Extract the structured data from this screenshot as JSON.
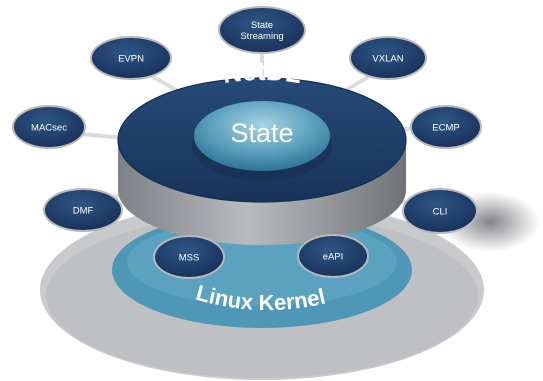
{
  "diagram": {
    "core_title": "NetDL",
    "center_label": "State",
    "base_label": "Linux Kernel",
    "colors": {
      "navy": "#1e3d66",
      "node_navy": "#213e64",
      "teal": "#4f97b6",
      "teal_light": "#8fc2d6",
      "gray_ring": "#c6c7c9",
      "gray_wall": "#8e9195",
      "spoke": "#d9dadc"
    },
    "nodes": [
      {
        "name": "state-streaming",
        "lines": [
          "State",
          "Streaming"
        ]
      },
      {
        "name": "vxlan",
        "lines": [
          "VXLAN"
        ]
      },
      {
        "name": "ecmp",
        "lines": [
          "ECMP"
        ]
      },
      {
        "name": "cli",
        "lines": [
          "CLI"
        ]
      },
      {
        "name": "evpn",
        "lines": [
          "EVPN"
        ]
      },
      {
        "name": "macsec",
        "lines": [
          "MACsec"
        ]
      },
      {
        "name": "dmf",
        "lines": [
          "DMF"
        ]
      },
      {
        "name": "mss",
        "lines": [
          "MSS"
        ]
      },
      {
        "name": "eapi",
        "lines": [
          "eAPI"
        ]
      }
    ]
  }
}
